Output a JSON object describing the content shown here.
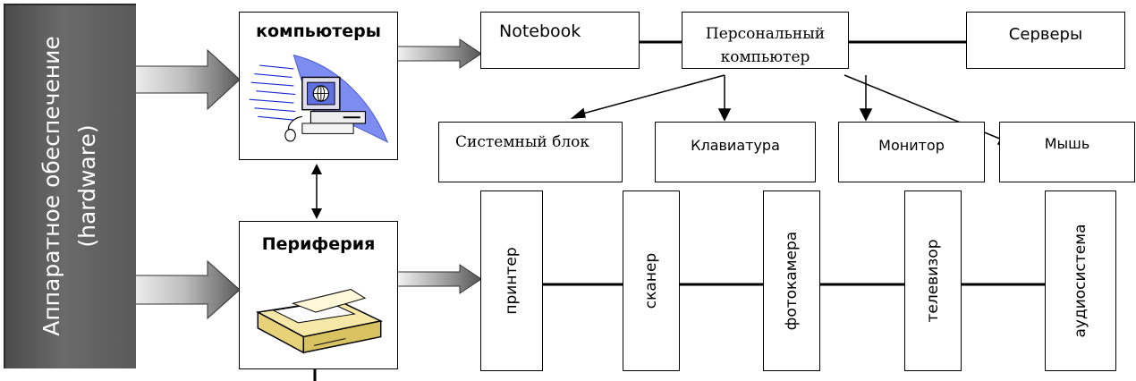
{
  "sidebar": {
    "line1": "Аппаратное обеспечение",
    "line2": "(hardware)"
  },
  "computers": {
    "title": "компьютеры",
    "icon": "computer-clipart-icon"
  },
  "periphery": {
    "title": "Периферия",
    "icon": "scanner-clipart-icon"
  },
  "top_row": {
    "notebook": "Notebook",
    "pc_line1": "Персональный",
    "pc_line2": "компьютер",
    "servers": "Серверы"
  },
  "pc_parts": {
    "system_unit": "Системный блок",
    "keyboard": "Клавиатура",
    "monitor": "Монитор",
    "mouse": "Мышь"
  },
  "devices": {
    "printer": "принтер",
    "scanner": "сканер",
    "camera": "фотокамера",
    "tv": "телевизор",
    "audio": "аудиосистема"
  },
  "colors": {
    "sidebar_gray": "#5a5a5a",
    "arrow_gray": "#6f6f6f",
    "clipart_blue": "#6f7fe8",
    "scanner_yellow": "#f4e39a"
  }
}
